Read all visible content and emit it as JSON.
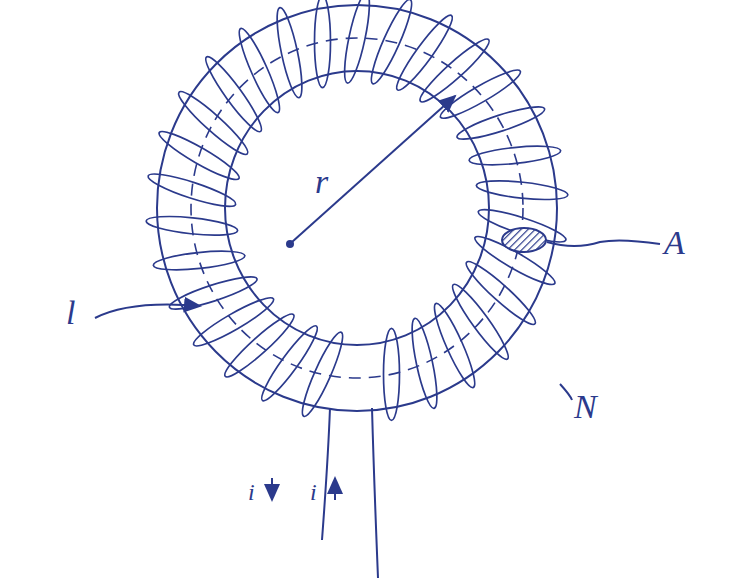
{
  "diagram": {
    "labels": [
      "r",
      "A",
      "l",
      "N",
      "i",
      "i"
    ]
  }
}
